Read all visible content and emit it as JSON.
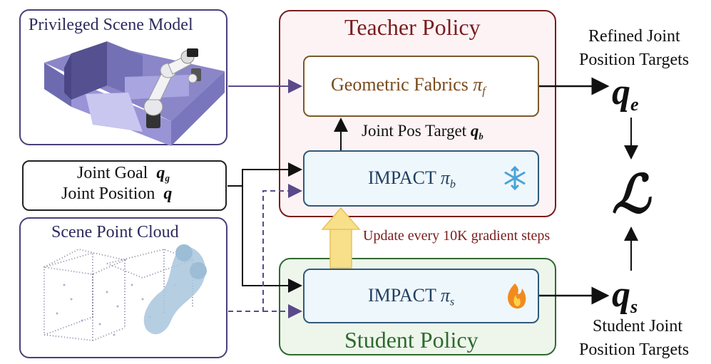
{
  "privileged_scene": {
    "title": "Privileged Scene Model"
  },
  "teacher": {
    "title": "Teacher Policy",
    "fabrics_label": "Geometric Fabrics",
    "fabrics_sym": "π",
    "fabrics_sub": "f"
  },
  "joint_pos_target": {
    "label": "Joint Pos Target",
    "sym": "q",
    "sub": "b"
  },
  "impact_teacher": {
    "label": "IMPACT",
    "sym": "π",
    "sub": "b",
    "icon": "snowflake-icon"
  },
  "inputs": {
    "goal_label": "Joint Goal",
    "goal_sym": "q",
    "goal_sub": "g",
    "pos_label": "Joint Position",
    "pos_sym": "q"
  },
  "point_cloud": {
    "title": "Scene Point Cloud"
  },
  "update_note": "Update every 10K gradient steps",
  "student": {
    "title": "Student Policy",
    "impact_label": "IMPACT",
    "sym": "π",
    "sub": "s",
    "icon": "fire-icon"
  },
  "outputs": {
    "refined_line1": "Refined Joint",
    "refined_line2": "Position Targets",
    "qe_sym": "q",
    "qe_sub": "e",
    "loss": "ℒ",
    "qs_sym": "q",
    "qs_sub": "s",
    "student_line1": "Student Joint",
    "student_line2": "Position Targets"
  },
  "colors": {
    "scene_border": "#4a3f7a",
    "teacher_border": "#7a1c1c",
    "teacher_fill": "#fdf3f5",
    "student_border": "#2f6a2f",
    "student_fill": "#eef6ec",
    "impact_fill": "#eef7fc",
    "impact_border": "#2f5a7a",
    "fabrics_border": "#7a5a2a",
    "fabrics_text": "#7a4a1a",
    "update_text": "#7a1c1c",
    "purple_arrow": "#5a4a8a",
    "yellow_arrow": "#f6d77a"
  }
}
